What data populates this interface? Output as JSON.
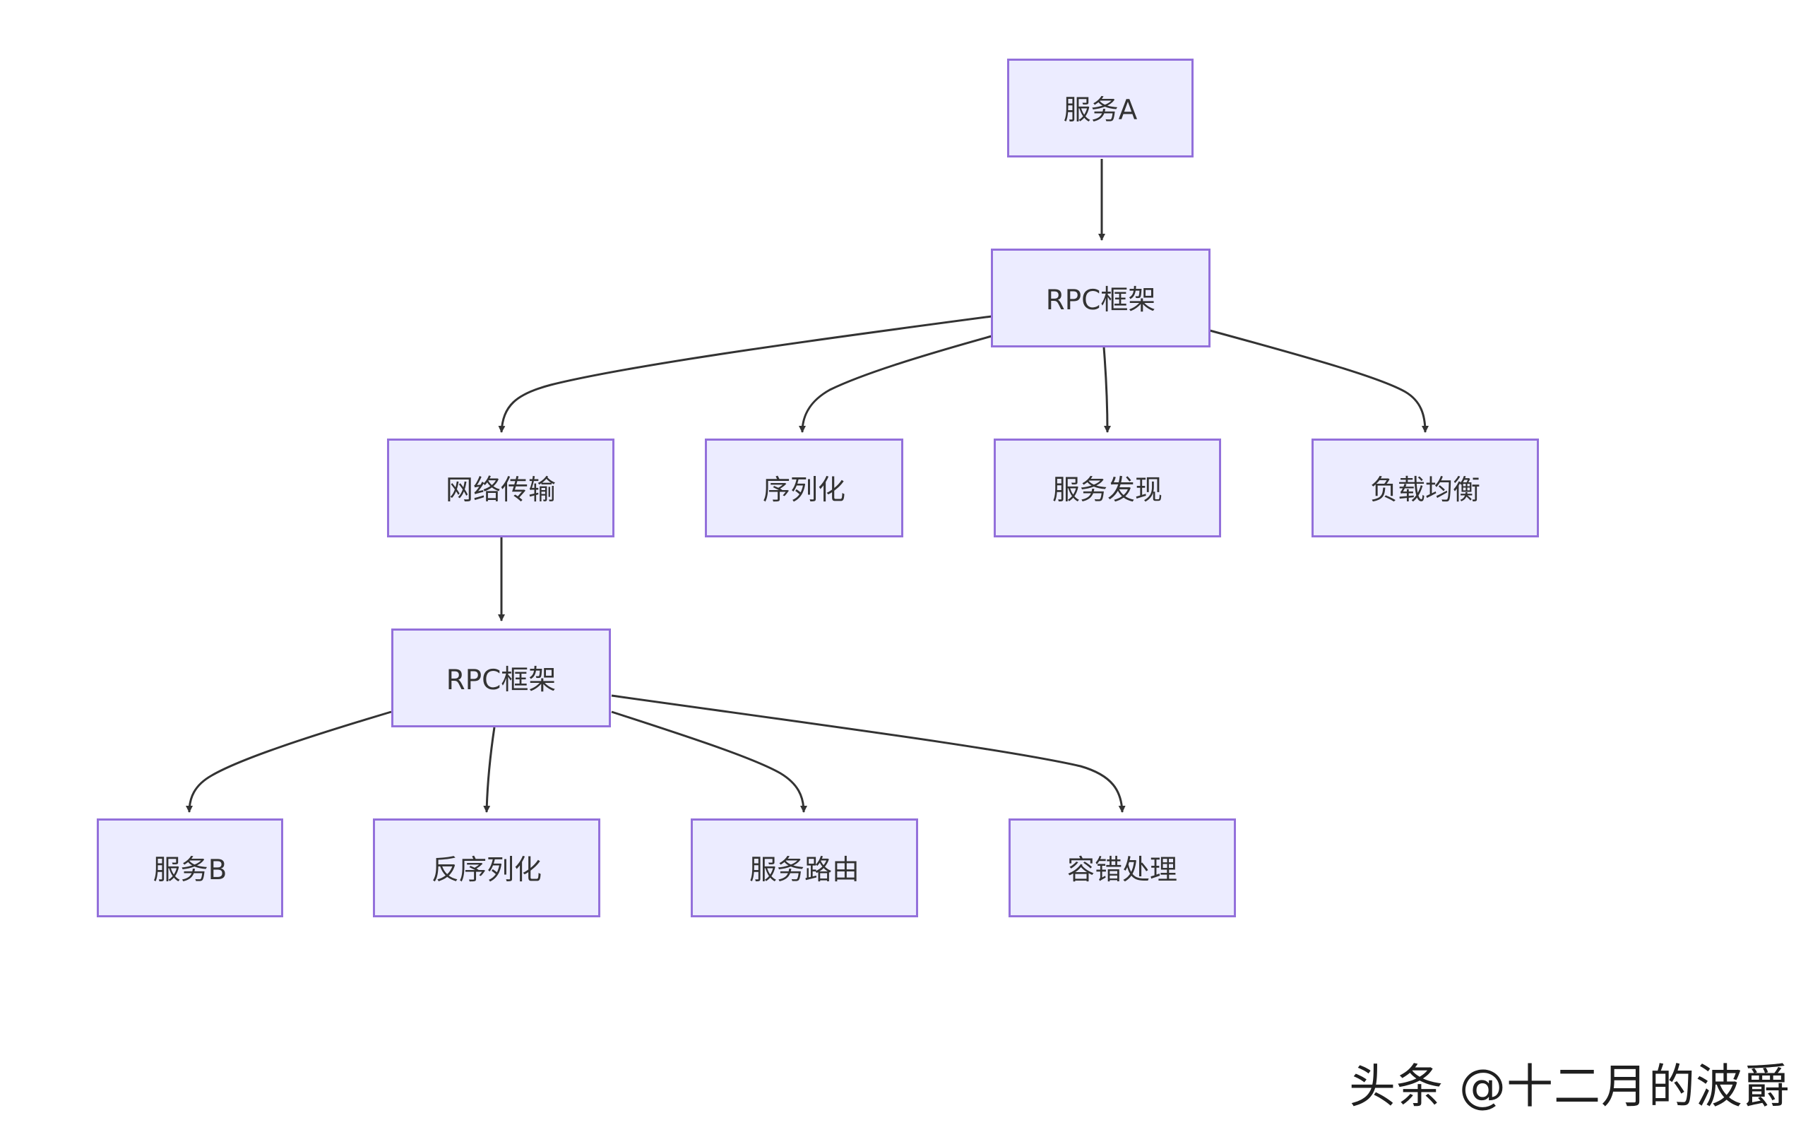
{
  "nodes": {
    "service_a": "服务A",
    "rpc_framework_top": "RPC框架",
    "network_transport": "网络传输",
    "serialization": "序列化",
    "service_discovery": "服务发现",
    "load_balancing": "负载均衡",
    "rpc_framework_bottom": "RPC框架",
    "service_b": "服务B",
    "deserialization": "反序列化",
    "service_routing": "服务路由",
    "fault_tolerance": "容错处理"
  },
  "edges": [
    {
      "from": "service_a",
      "to": "rpc_framework_top"
    },
    {
      "from": "rpc_framework_top",
      "to": "network_transport"
    },
    {
      "from": "rpc_framework_top",
      "to": "serialization"
    },
    {
      "from": "rpc_framework_top",
      "to": "service_discovery"
    },
    {
      "from": "rpc_framework_top",
      "to": "load_balancing"
    },
    {
      "from": "network_transport",
      "to": "rpc_framework_bottom"
    },
    {
      "from": "rpc_framework_bottom",
      "to": "service_b"
    },
    {
      "from": "rpc_framework_bottom",
      "to": "deserialization"
    },
    {
      "from": "rpc_framework_bottom",
      "to": "service_routing"
    },
    {
      "from": "rpc_framework_bottom",
      "to": "fault_tolerance"
    }
  ],
  "colors": {
    "node_fill": "#ececff",
    "node_border": "#9370db",
    "edge": "#333333",
    "text": "#333333"
  },
  "watermark": "头条 @十二月的波爵"
}
